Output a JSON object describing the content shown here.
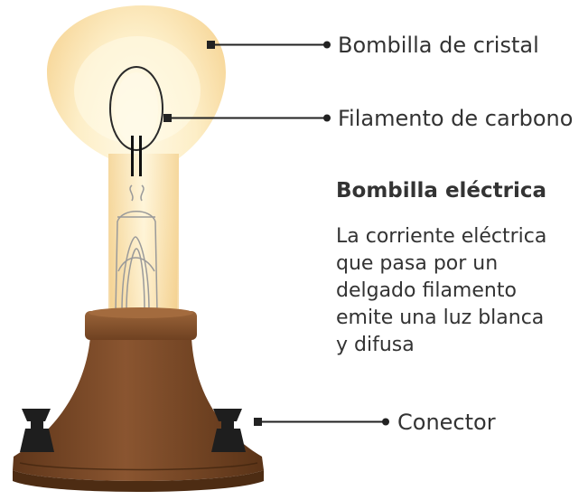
{
  "labels": {
    "glass_bulb": "Bombilla de cristal",
    "carbon_filament": "Filamento de carbono",
    "connector": "Conector"
  },
  "info": {
    "title": "Bombilla eléctrica",
    "description_lines": [
      "La corriente eléctrica",
      "que pasa por un",
      "delgado filamento",
      "emite una luz blanca",
      "y difusa"
    ]
  },
  "colors": {
    "glass": "#fbe3b2",
    "glow": "#fff8d9",
    "wood": "#7b4b26",
    "connector": "#1e1e1e",
    "leader_line": "#222222"
  }
}
